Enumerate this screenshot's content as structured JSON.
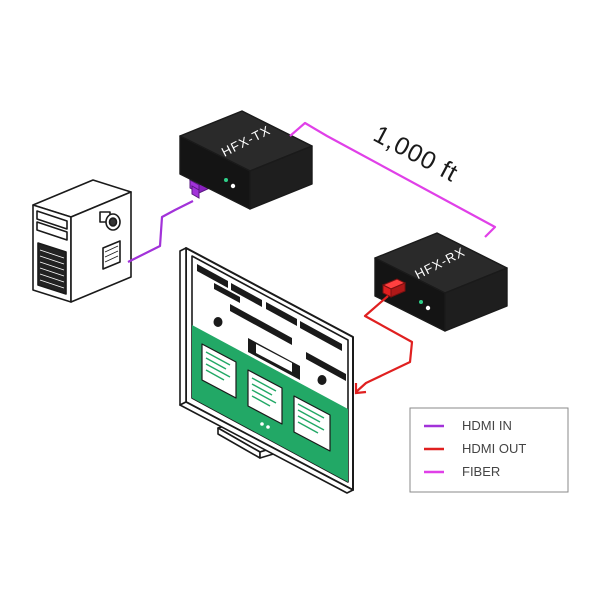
{
  "devices": {
    "transmitter": {
      "label": "HFX-TX"
    },
    "receiver": {
      "label": "HFX-RX"
    }
  },
  "distance_label": "1,000 ft",
  "legend": {
    "items": [
      {
        "label": "HDMI IN",
        "color": "#a232d9"
      },
      {
        "label": "HDMI OUT",
        "color": "#e02020"
      },
      {
        "label": "FIBER",
        "color": "#e040e8"
      }
    ]
  },
  "colors": {
    "hdmi_in": "#a232d9",
    "hdmi_out": "#e02020",
    "fiber": "#e040e8",
    "screen_accent": "#22a866",
    "device_body": "#1c1c1c",
    "outline": "#1a1a1a"
  },
  "icons": {
    "source": "desktop-pc-tower-icon",
    "display": "tv-monitor-icon"
  }
}
